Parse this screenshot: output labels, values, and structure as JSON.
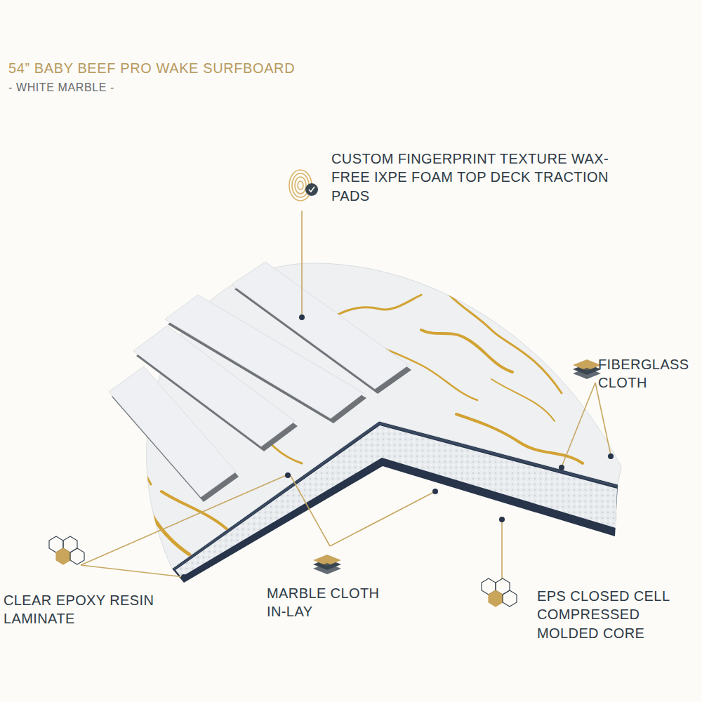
{
  "diagram": {
    "title": "54” BABY BEEF PRO WAKE SURFBOARD",
    "labels": [
      "- WHITE MARBLE -",
      "CUSTOM FINGERPRINT TEXTURE WAX-FREE IXPE FOAM TOP DECK TRACTION PADS",
      "FIBERGLASS CLOTH",
      "CLEAR EPOXY RESIN LAMINATE",
      "MARBLE CLOTH IN-LAY",
      "EPS CLOSED CELL COMPRESSED MOLDED CORE"
    ]
  }
}
